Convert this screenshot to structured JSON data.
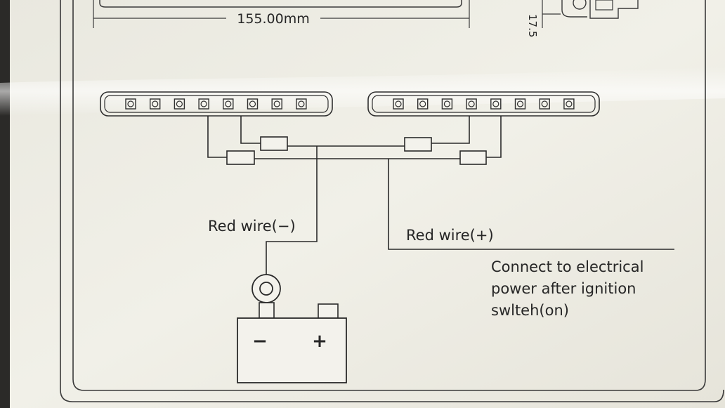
{
  "dimension": {
    "width_label": "155.00mm",
    "side_label": "17.5"
  },
  "led_bars": [
    {
      "name": "left",
      "led_count": 8
    },
    {
      "name": "right",
      "led_count": 8
    }
  ],
  "labels": {
    "negative_wire": "Red wire(−)",
    "positive_wire": "Red wire(+)",
    "note_line1": "Connect to electrical",
    "note_line2": "power after ignition",
    "note_line3": "swlteh(on)"
  },
  "battery": {
    "minus": "−",
    "plus": "+"
  },
  "colors": {
    "paper": "#efeee6",
    "ink": "#2a2a2a"
  }
}
